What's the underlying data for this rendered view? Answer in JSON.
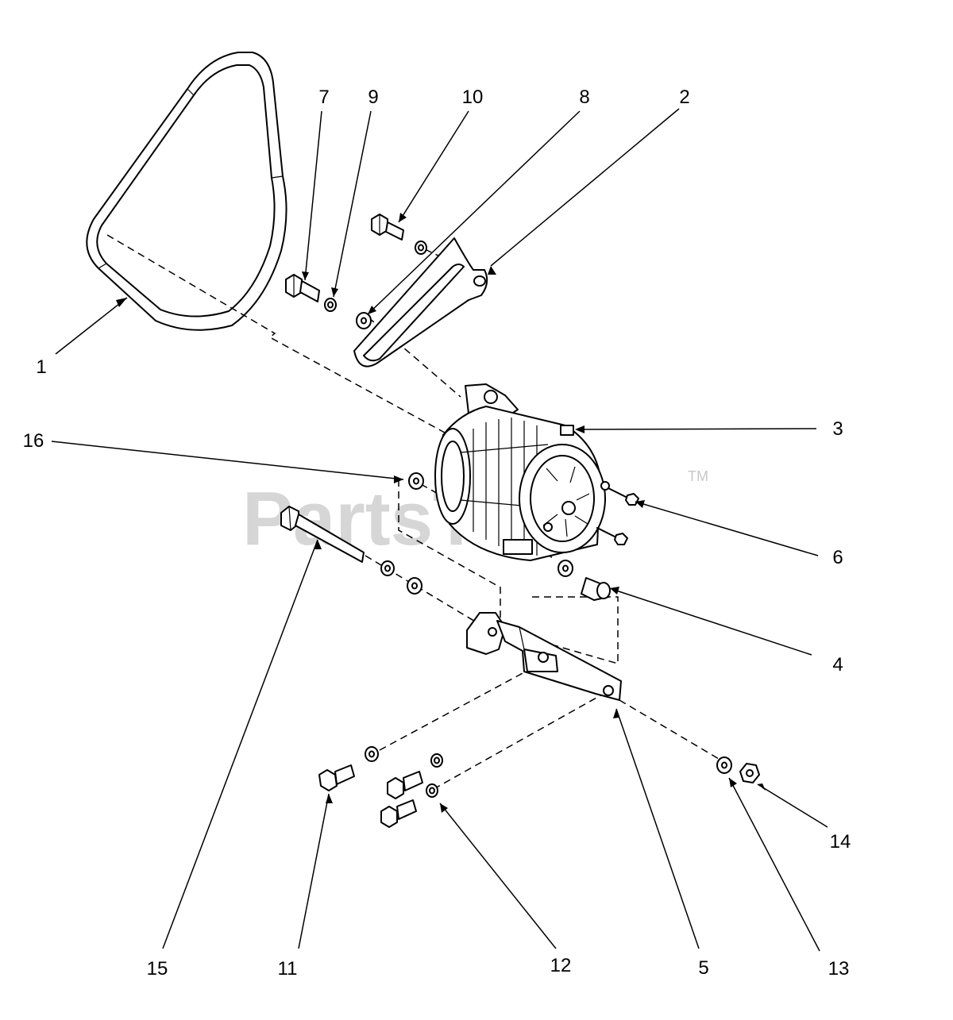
{
  "watermark": {
    "text": "PartsTree",
    "trademark": "TM",
    "color": "#c8c8c8"
  },
  "callouts": [
    {
      "id": "1",
      "label": "1"
    },
    {
      "id": "2",
      "label": "2"
    },
    {
      "id": "3",
      "label": "3"
    },
    {
      "id": "4",
      "label": "4"
    },
    {
      "id": "5",
      "label": "5"
    },
    {
      "id": "6",
      "label": "6"
    },
    {
      "id": "7",
      "label": "7"
    },
    {
      "id": "8",
      "label": "8"
    },
    {
      "id": "9",
      "label": "9"
    },
    {
      "id": "10",
      "label": "10"
    },
    {
      "id": "11",
      "label": "11"
    },
    {
      "id": "12",
      "label": "12"
    },
    {
      "id": "13",
      "label": "13"
    },
    {
      "id": "14",
      "label": "14"
    },
    {
      "id": "15",
      "label": "15"
    },
    {
      "id": "16",
      "label": "16"
    }
  ],
  "parts": [
    {
      "callout": "1",
      "icon": "v-belt-icon"
    },
    {
      "callout": "2",
      "icon": "adjusting-strap-icon"
    },
    {
      "callout": "3",
      "icon": "alternator-icon"
    },
    {
      "callout": "4",
      "icon": "spacer-icon"
    },
    {
      "callout": "5",
      "icon": "mounting-bracket-icon"
    },
    {
      "callout": "6",
      "icon": "terminal-nut-icon"
    },
    {
      "callout": "7",
      "icon": "bolt-icon"
    },
    {
      "callout": "8",
      "icon": "flat-washer-icon"
    },
    {
      "callout": "9",
      "icon": "lock-washer-icon"
    },
    {
      "callout": "10",
      "icon": "bolt-icon"
    },
    {
      "callout": "11",
      "icon": "bolt-icon"
    },
    {
      "callout": "12",
      "icon": "lock-washer-icon"
    },
    {
      "callout": "13",
      "icon": "flat-washer-icon"
    },
    {
      "callout": "14",
      "icon": "hex-nut-icon"
    },
    {
      "callout": "15",
      "icon": "long-bolt-icon"
    },
    {
      "callout": "16",
      "icon": "flat-washer-icon"
    }
  ]
}
